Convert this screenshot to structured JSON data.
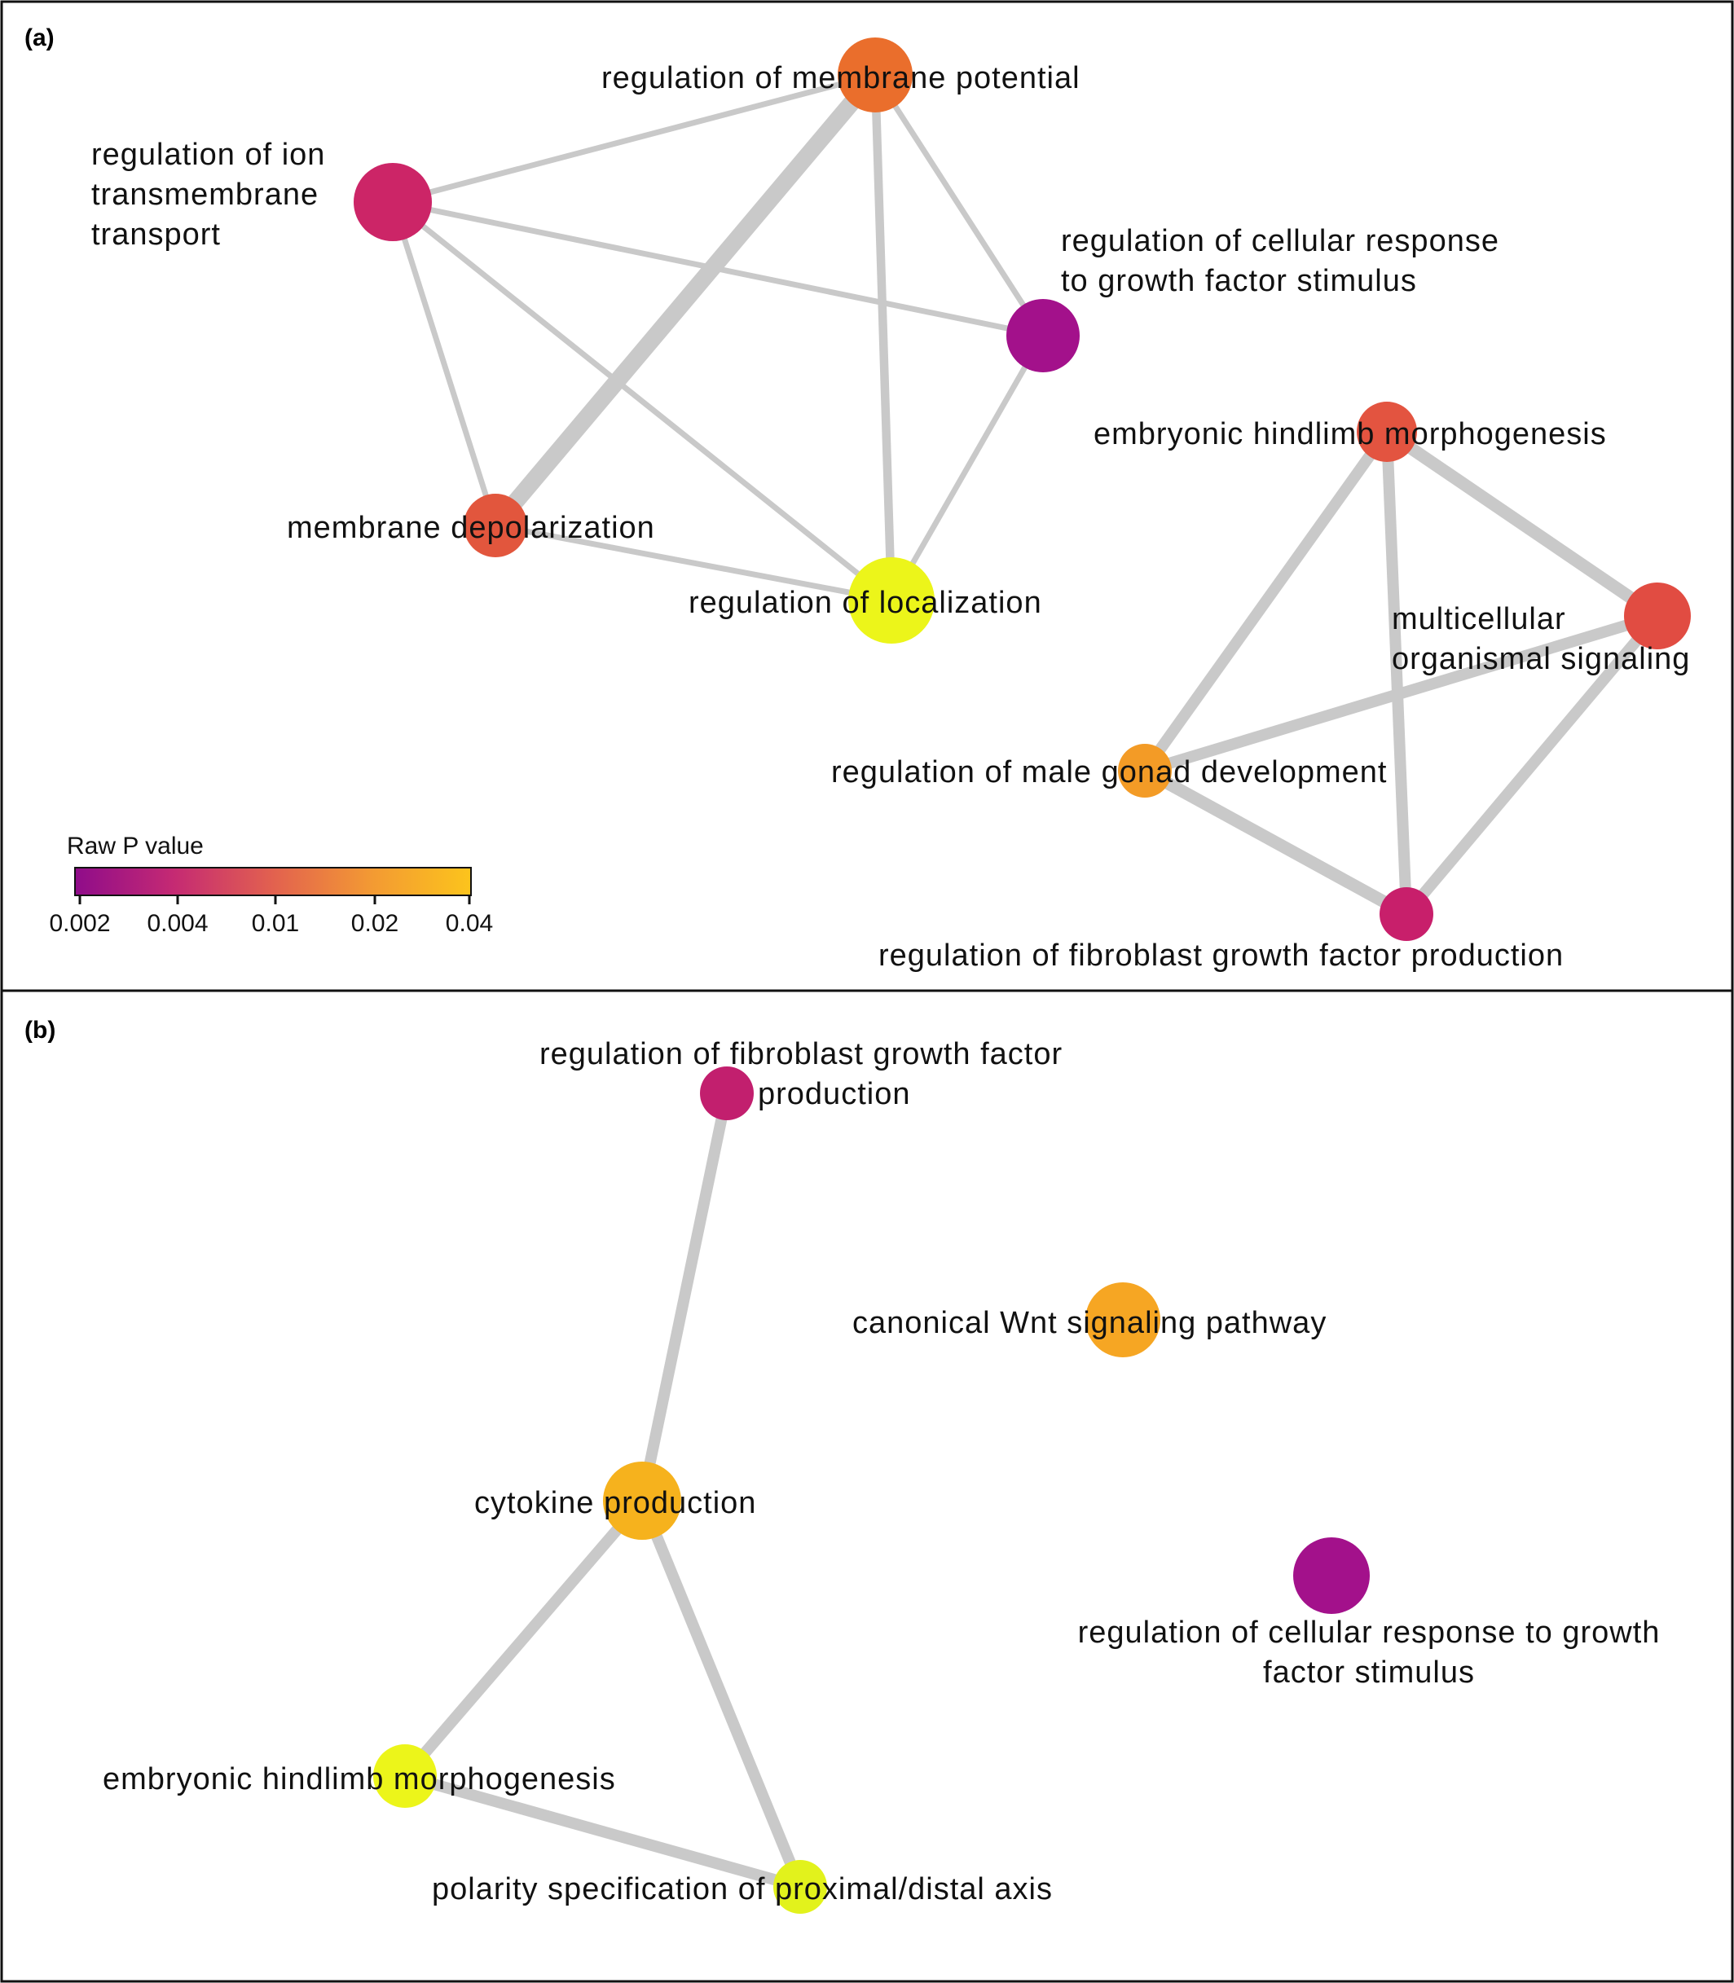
{
  "panels": [
    {
      "id": "a",
      "label": "(a)",
      "nodes": [
        {
          "key": "mem_pot",
          "label": [
            "regulation of membrane potential"
          ],
          "color": "#ea6e2c"
        },
        {
          "key": "ion",
          "label": [
            "regulation of ion",
            "transmembrane",
            "transport"
          ],
          "color": "#cc2567"
        },
        {
          "key": "cell_resp",
          "label": [
            "regulation of cellular response",
            "to growth factor stimulus"
          ],
          "color": "#a3118b"
        },
        {
          "key": "depol",
          "label": [
            "membrane depolarization"
          ],
          "color": "#e2563d"
        },
        {
          "key": "loc",
          "label": [
            "regulation of localization"
          ],
          "color": "#ecf51a"
        },
        {
          "key": "hind",
          "label": [
            "embryonic hindlimb morphogenesis"
          ],
          "color": "#e35440"
        },
        {
          "key": "multi",
          "label": [
            "multicellular",
            "organismal signaling"
          ],
          "color": "#e14c42"
        },
        {
          "key": "male",
          "label": [
            "regulation of male gonad development"
          ],
          "color": "#f39b26"
        },
        {
          "key": "fgf",
          "label": [
            "regulation of fibroblast growth factor production"
          ],
          "color": "#c81f6b"
        }
      ],
      "edges": [
        {
          "source": "ion",
          "target": "mem_pot",
          "weight": 1
        },
        {
          "source": "ion",
          "target": "cell_resp",
          "weight": 1
        },
        {
          "source": "ion",
          "target": "depol",
          "weight": 1
        },
        {
          "source": "ion",
          "target": "loc",
          "weight": 1
        },
        {
          "source": "mem_pot",
          "target": "depol",
          "weight": 3
        },
        {
          "source": "mem_pot",
          "target": "loc",
          "weight": 1.5
        },
        {
          "source": "mem_pot",
          "target": "cell_resp",
          "weight": 1
        },
        {
          "source": "cell_resp",
          "target": "loc",
          "weight": 1
        },
        {
          "source": "depol",
          "target": "loc",
          "weight": 1
        },
        {
          "source": "hind",
          "target": "multi",
          "weight": 2.2
        },
        {
          "source": "hind",
          "target": "male",
          "weight": 2
        },
        {
          "source": "hind",
          "target": "fgf",
          "weight": 2
        },
        {
          "source": "multi",
          "target": "male",
          "weight": 2
        },
        {
          "source": "multi",
          "target": "fgf",
          "weight": 2
        },
        {
          "source": "male",
          "target": "fgf",
          "weight": 2.2
        }
      ]
    },
    {
      "id": "b",
      "label": "(b)",
      "nodes": [
        {
          "key": "fgf",
          "label": [
            "regulation of fibroblast growth factor",
            "production"
          ],
          "color": "#c21f6e"
        },
        {
          "key": "wnt",
          "label": [
            "canonical Wnt signaling pathway"
          ],
          "color": "#f6a623"
        },
        {
          "key": "cyto",
          "label": [
            "cytokine production"
          ],
          "color": "#f6b21d"
        },
        {
          "key": "cell_resp",
          "label": [
            "regulation of cellular response to growth",
            "factor stimulus"
          ],
          "color": "#a3118b"
        },
        {
          "key": "hind",
          "label": [
            "embryonic hindlimb morphogenesis"
          ],
          "color": "#ecf51a"
        },
        {
          "key": "polar",
          "label": [
            "polarity specification of proximal/distal axis"
          ],
          "color": "#e2f21c"
        }
      ],
      "edges": [
        {
          "source": "fgf",
          "target": "cyto",
          "weight": 2
        },
        {
          "source": "cyto",
          "target": "hind",
          "weight": 2
        },
        {
          "source": "cyto",
          "target": "polar",
          "weight": 2
        },
        {
          "source": "hind",
          "target": "polar",
          "weight": 2
        }
      ]
    }
  ],
  "legend": {
    "title": "Raw P value",
    "ticks": [
      "0.002",
      "0.004",
      "0.01",
      "0.02",
      "0.04"
    ],
    "colors": [
      "#8f0c8a",
      "#c52a73",
      "#e2614f",
      "#f39a33",
      "#fcc41c"
    ]
  }
}
